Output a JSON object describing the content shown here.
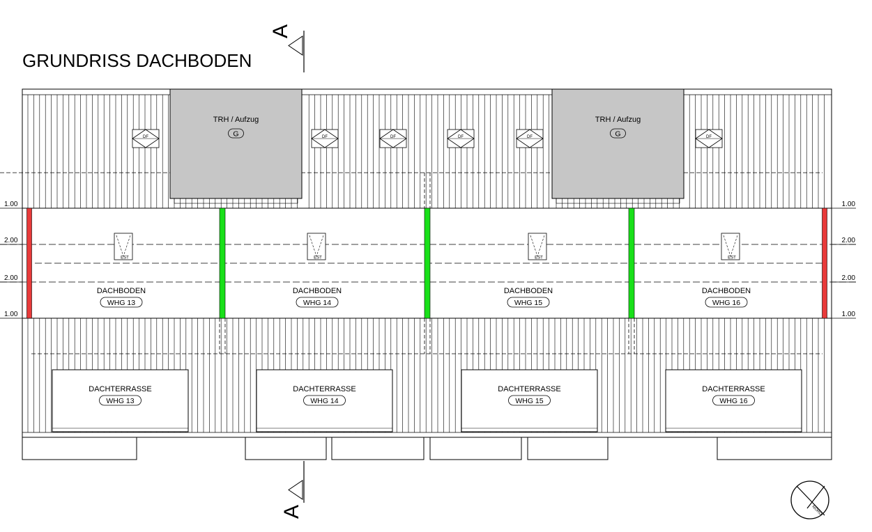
{
  "title": "GRUNDRISS DACHBODEN",
  "section_marker": "A",
  "trh_label": "TRH / Aufzug",
  "trh_tag": "G",
  "skylight_label": "DF",
  "est_label": "EST",
  "units": [
    {
      "attic": "DACHBODEN",
      "terrace": "DACHTERRASSE",
      "tag": "WHG 13"
    },
    {
      "attic": "DACHBODEN",
      "terrace": "DACHTERRASSE",
      "tag": "WHG 14"
    },
    {
      "attic": "DACHBODEN",
      "terrace": "DACHTERRASSE",
      "tag": "WHG 15"
    },
    {
      "attic": "DACHBODEN",
      "terrace": "DACHTERRASSE",
      "tag": "WHG 16"
    }
  ],
  "levels": [
    "1.00",
    "2.00",
    "2.00",
    "1.00"
  ],
  "north_label": "NORD",
  "colors": {
    "party_wall": "#19e019",
    "end_wall": "#e83a3a",
    "core_fill": "#c6c6c6"
  }
}
